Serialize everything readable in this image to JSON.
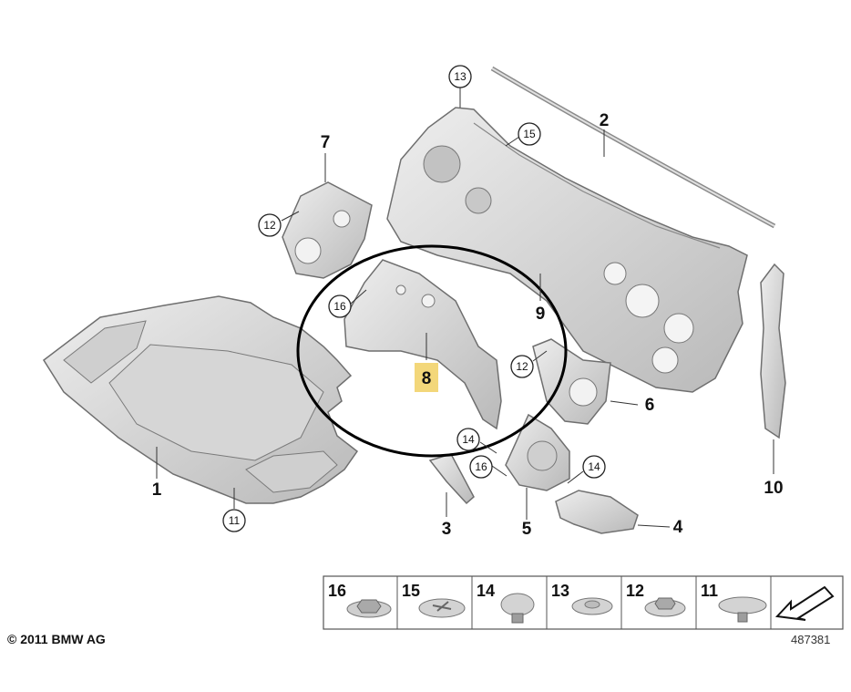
{
  "copyright": "© 2011 BMW AG",
  "reference_number": "487381",
  "part_labels": [
    "1",
    "2",
    "3",
    "4",
    "5",
    "6",
    "7",
    "8",
    "9",
    "10"
  ],
  "circle_labels": {
    "c13": "13",
    "c15": "15",
    "c12a": "12",
    "c16a": "16",
    "c12b": "12",
    "c14a": "14",
    "c16b": "16",
    "c14b": "14",
    "c11": "11"
  },
  "legend": [
    "16",
    "15",
    "14",
    "13",
    "12",
    "11"
  ],
  "colors": {
    "part_fill": "#dcdcdc",
    "part_stroke": "#6f6f6f",
    "highlight": "#f3d77a",
    "ellipse": "#000000"
  }
}
